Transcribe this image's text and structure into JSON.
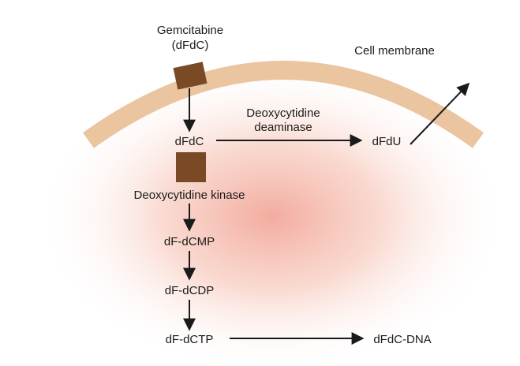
{
  "labels": {
    "drug_name": "Gemcitabine",
    "drug_abbrev": "(dFdC)",
    "membrane": "Cell membrane",
    "deaminase_line1": "Deoxycytidine",
    "deaminase_line2": "deaminase",
    "dfdc": "dFdC",
    "dfdu": "dFdU",
    "kinase": "Deoxycytidine kinase",
    "dcmp": "dF-dCMP",
    "dcdp": "dF-dCDP",
    "dctp": "dF-dCTP",
    "dna": "dFdC-DNA"
  },
  "colors": {
    "membrane": "#ebc4a0",
    "transporter": "#7a4a26",
    "kinase_box": "#7a4a26",
    "cytoplasm_glow": "#f2a79a",
    "arrow": "#1a1a1a",
    "text": "#1a1a1a"
  }
}
